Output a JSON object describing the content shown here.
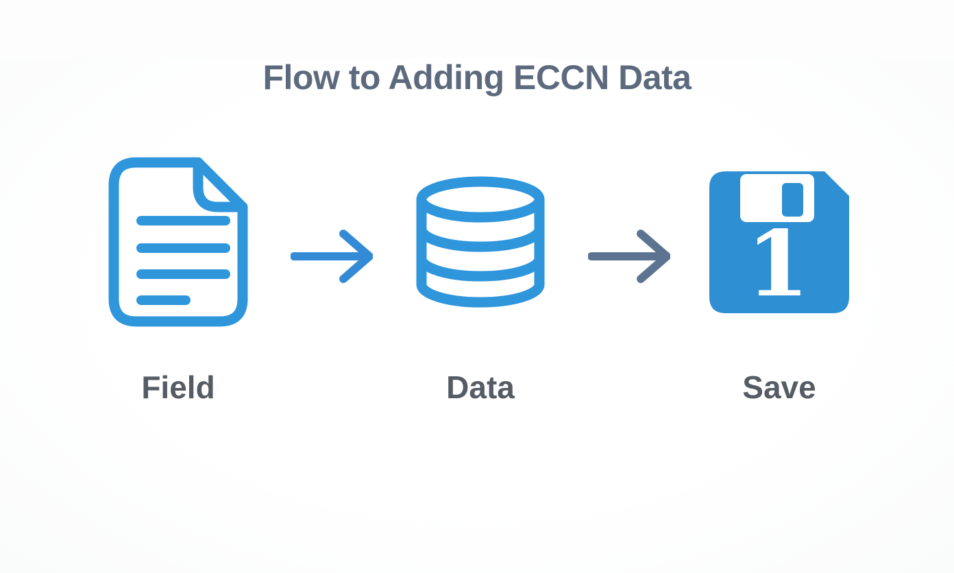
{
  "title": "Flow to Adding ECCN Data",
  "steps": [
    {
      "id": "field",
      "label": "Field",
      "icon": "document-icon"
    },
    {
      "id": "data",
      "label": "Data",
      "icon": "database-icon"
    },
    {
      "id": "save",
      "label": "Save",
      "icon": "floppy-disk-icon",
      "badge": "1"
    }
  ],
  "arrows": [
    {
      "id": "arrow-1",
      "direction": "right",
      "color": "#348bd5"
    },
    {
      "id": "arrow-2",
      "direction": "right",
      "color": "#5c7491"
    }
  ],
  "colors": {
    "icon_blue": "#2f96dc",
    "floppy_fill": "#2e8fd2",
    "arrow_blue": "#348bd5",
    "arrow_slate": "#5c7491",
    "title_text": "#5d6a7d",
    "label_text": "#565c64",
    "background": "#fdfdfd"
  }
}
